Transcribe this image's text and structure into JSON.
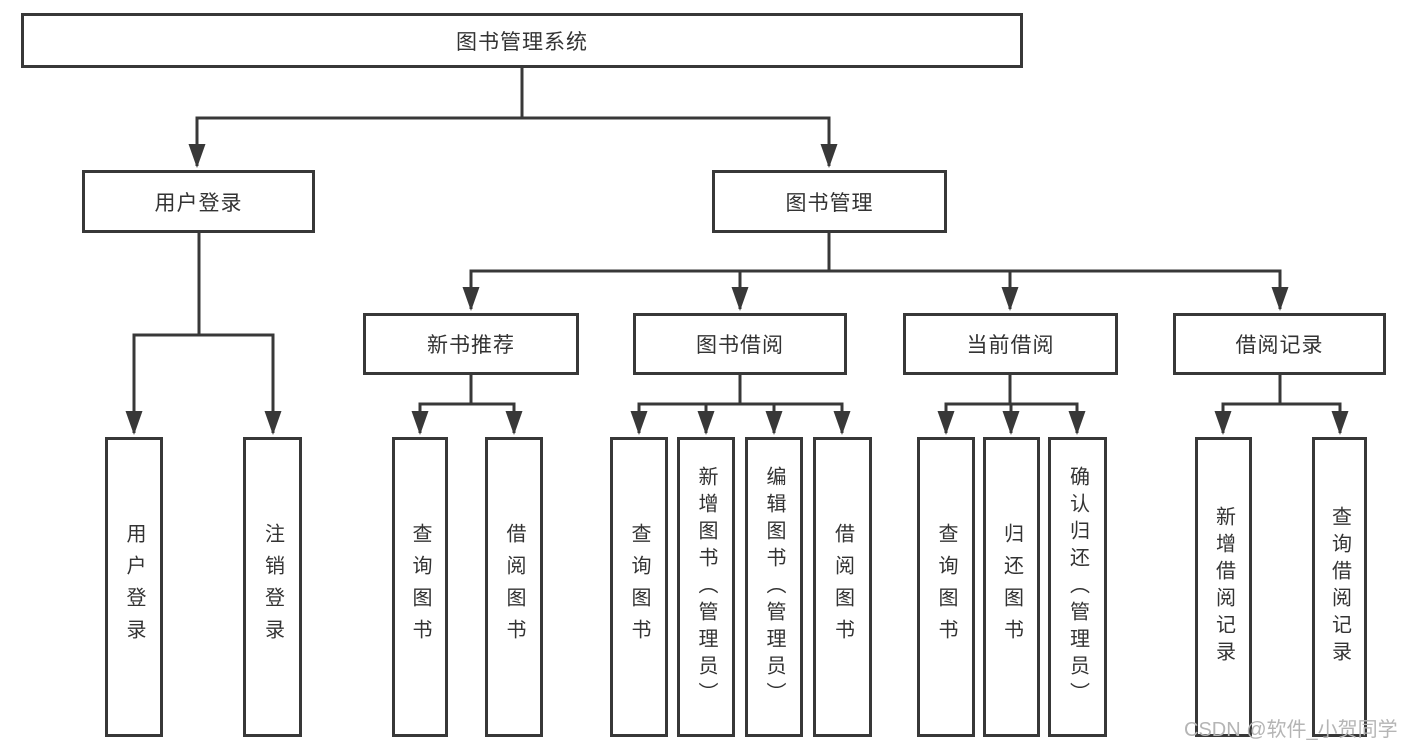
{
  "diagram": {
    "root": {
      "label": "图书管理系统"
    },
    "branches": {
      "user_login": {
        "label": "用户登录",
        "children": [
          {
            "label": "用户登录"
          },
          {
            "label": "注销登录"
          }
        ]
      },
      "book_mgmt": {
        "label": "图书管理",
        "children": [
          {
            "label": "新书推荐",
            "children": [
              {
                "label": "查询图书"
              },
              {
                "label": "借阅图书"
              }
            ]
          },
          {
            "label": "图书借阅",
            "children": [
              {
                "label": "查询图书"
              },
              {
                "label": "新增图书（管理员）"
              },
              {
                "label": "编辑图书（管理员）"
              },
              {
                "label": "借阅图书"
              }
            ]
          },
          {
            "label": "当前借阅",
            "children": [
              {
                "label": "查询图书"
              },
              {
                "label": "归还图书"
              },
              {
                "label": "确认归还（管理员）"
              }
            ]
          },
          {
            "label": "借阅记录",
            "children": [
              {
                "label": "新增借阅记录"
              },
              {
                "label": "查询借阅记录"
              }
            ]
          }
        ]
      }
    }
  },
  "watermark": {
    "text": "CSDN @软件_小贺同学"
  },
  "colors": {
    "line": "#383838",
    "text": "#333333",
    "background": "#ffffff",
    "watermark": "#b5b5b5"
  }
}
